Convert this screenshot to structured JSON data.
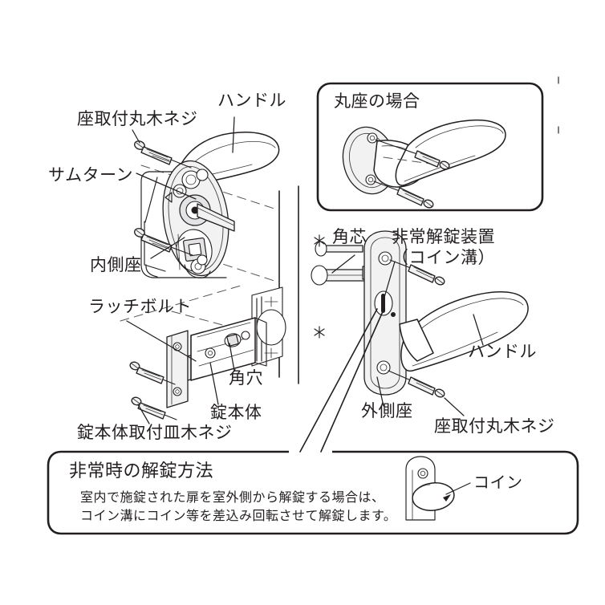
{
  "document": {
    "kind": "exploded-assembly-diagram",
    "subject": "レバーハンドル錠 取付説明図",
    "background_color": "#ffffff",
    "line_color": "#231f20"
  },
  "inside_assembly": {
    "labels": {
      "handle": "ハンドル",
      "rose_mounting_round_head_wood_screw": "座取付丸木ネジ",
      "thumbturn": "サムターン",
      "inside_rose": "内側座"
    }
  },
  "latch_assembly": {
    "labels": {
      "latch_bolt": "ラッチボルト",
      "square_hole": "角穴",
      "lock_body": "錠本体",
      "lock_body_flat_head_wood_screw": "錠本体取付皿木ネジ"
    }
  },
  "round_rose_box": {
    "title": "丸座の場合"
  },
  "outside_assembly": {
    "labels": {
      "square_spindle": "角芯",
      "emergency_release_line1": "非常解錠装置",
      "emergency_release_line2": "（コイン溝）",
      "handle": "ハンドル",
      "outside_rose": "外側座",
      "rose_mounting_round_head_wood_screw": "座取付丸木ネジ"
    },
    "asterisks": [
      "＊",
      "＊"
    ]
  },
  "emergency_note": {
    "title": "非常時の解錠方法",
    "body_line1": "室内で施錠された扉を室外側から解錠する場合は、",
    "body_line2": "コイン溝にコイン等を差込み回転させて解錠します。",
    "coin_label": "コイン"
  }
}
